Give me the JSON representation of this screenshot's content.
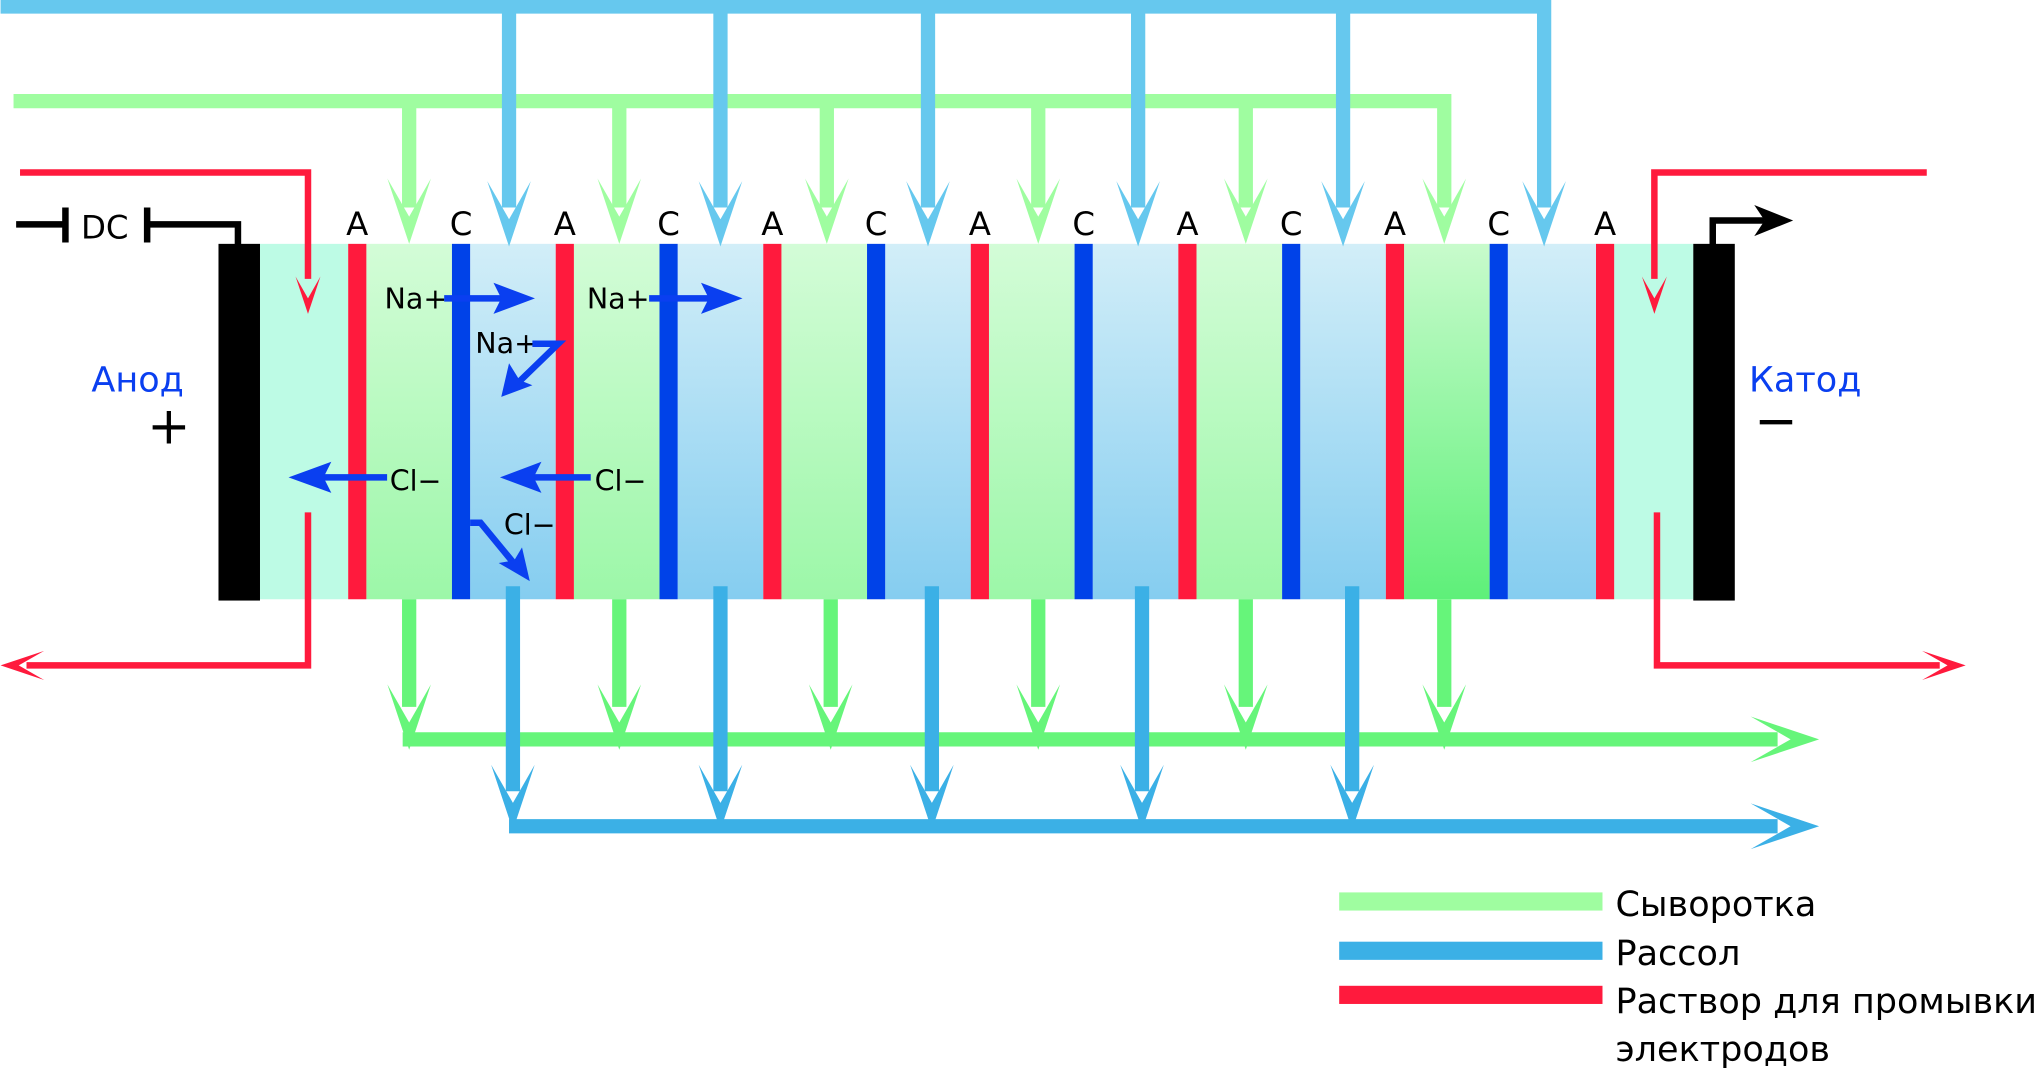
{
  "power": {
    "label": "DC"
  },
  "anode": {
    "label": "Анод",
    "sign": "+"
  },
  "cathode": {
    "label": "Катод",
    "sign": "−"
  },
  "membranes": [
    "A",
    "C",
    "A",
    "C",
    "A",
    "C",
    "A",
    "C",
    "A",
    "C",
    "A",
    "C",
    "A"
  ],
  "ions": {
    "sodium": "Na+",
    "chloride": "Cl−"
  },
  "legend": [
    {
      "label": "Сыворотка",
      "color": "#9ffda0"
    },
    {
      "label": "Рассол",
      "color": "#3bb0e6"
    },
    {
      "label": "Раствор для промывки",
      "label2": "электродов",
      "color": "#ff1a3d"
    }
  ],
  "colors": {
    "whey_in": "#9ffda0",
    "whey_out": "#66f57a",
    "brine_in": "#66c8ee",
    "brine_out": "#3bb0e6",
    "rinse": "#ff1a3d",
    "anion_membrane": "#ff1a3d",
    "cation_membrane": "#0042e8"
  }
}
